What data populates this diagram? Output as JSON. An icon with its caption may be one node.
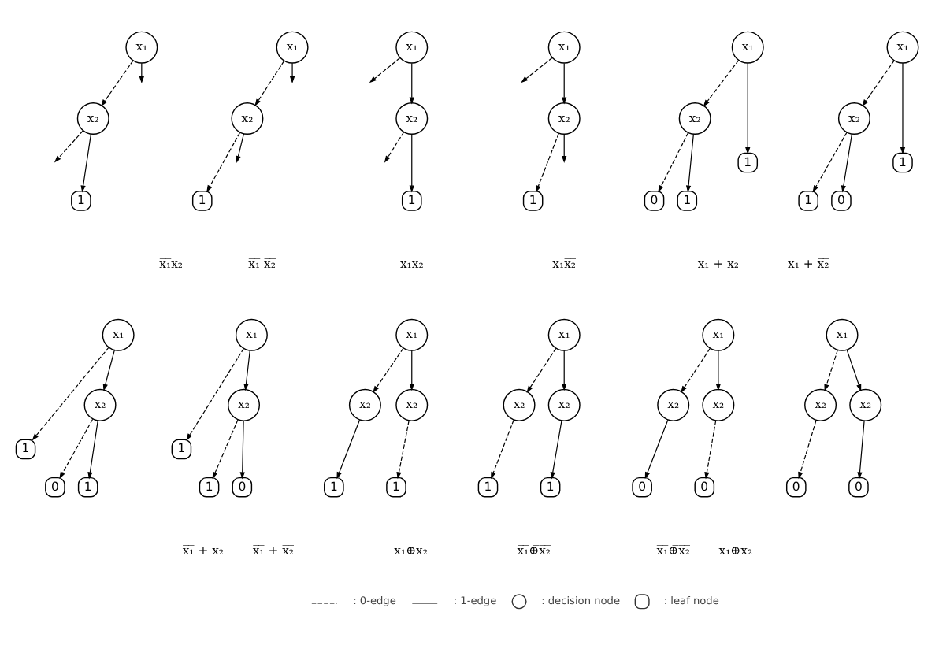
{
  "diagram": {
    "nodes": [
      {
        "text": [
          "x₁"
        ]
      },
      {
        "text": [
          "x₂"
        ]
      },
      {
        "text": [
          "1"
        ]
      },
      {
        "text": [
          "x₁"
        ]
      },
      {
        "text": [
          "x₂"
        ]
      },
      {
        "text": [
          "1"
        ]
      },
      {
        "text": [
          "x₁"
        ]
      },
      {
        "text": [
          "x₂"
        ]
      },
      {
        "text": [
          "1"
        ]
      },
      {
        "text": [
          "x₁"
        ]
      },
      {
        "text": [
          "x₂"
        ]
      },
      {
        "text": [
          "1"
        ]
      },
      {
        "text": [
          "x₁"
        ]
      },
      {
        "text": [
          "x₂"
        ]
      },
      {
        "text": [
          "1"
        ]
      },
      {
        "text": [
          "0"
        ]
      },
      {
        "text": [
          "1"
        ]
      },
      {
        "text": [
          "x₁"
        ]
      },
      {
        "text": [
          "x₂"
        ]
      },
      {
        "text": [
          "1"
        ]
      },
      {
        "text": [
          "1"
        ]
      },
      {
        "text": [
          "0"
        ]
      },
      {
        "text": [
          "x₁"
        ]
      },
      {
        "text": [
          "1"
        ]
      },
      {
        "text": [
          "x₂"
        ]
      },
      {
        "text": [
          "0"
        ]
      },
      {
        "text": [
          "1"
        ]
      },
      {
        "text": [
          "x₁"
        ]
      },
      {
        "text": [
          "1"
        ]
      },
      {
        "text": [
          "x₂"
        ]
      },
      {
        "text": [
          "1"
        ]
      },
      {
        "text": [
          "0"
        ]
      },
      {
        "text": [
          "x₁"
        ]
      },
      {
        "text": [
          "x₂"
        ]
      },
      {
        "text": [
          "x₂"
        ]
      },
      {
        "text": [
          "1"
        ]
      },
      {
        "text": [
          "1"
        ]
      },
      {
        "text": [
          "x₁"
        ]
      },
      {
        "text": [
          "x₂"
        ]
      },
      {
        "text": [
          "x₂"
        ]
      },
      {
        "text": [
          "1"
        ]
      },
      {
        "text": [
          "1"
        ]
      },
      {
        "text": [
          "x₁"
        ]
      },
      {
        "text": [
          "x₂"
        ]
      },
      {
        "text": [
          "x₂"
        ]
      },
      {
        "text": [
          "0"
        ]
      },
      {
        "text": [
          "0"
        ]
      },
      {
        "text": [
          "x₁"
        ]
      },
      {
        "text": [
          "x₂"
        ]
      },
      {
        "text": [
          "x₂"
        ]
      },
      {
        "text": [
          "0"
        ]
      },
      {
        "text": [
          "0"
        ]
      }
    ],
    "edges": [
      {
        "from": 0,
        "to": 1,
        "arrow": "to",
        "style": "dashed"
      },
      {
        "from": 0,
        "to": null,
        "arrow": "to"
      },
      {
        "from": 1,
        "to": null,
        "arrow": "to",
        "style": "dashed"
      },
      {
        "from": 1,
        "to": 2,
        "arrow": "to"
      },
      {
        "from": 3,
        "to": 4,
        "arrow": "to",
        "style": "dashed"
      },
      {
        "from": 3,
        "to": null,
        "arrow": "to"
      },
      {
        "from": 4,
        "to": 5,
        "arrow": "to",
        "style": "dashed"
      },
      {
        "from": 4,
        "to": null,
        "arrow": "to"
      },
      {
        "from": 6,
        "to": null,
        "arrow": "to",
        "style": "dashed"
      },
      {
        "from": 6,
        "to": 7,
        "arrow": "to"
      },
      {
        "from": 7,
        "to": null,
        "arrow": "to",
        "style": "dashed"
      },
      {
        "from": 7,
        "to": 8,
        "arrow": "to"
      },
      {
        "from": 9,
        "to": null,
        "arrow": "to",
        "style": "dashed"
      },
      {
        "from": 9,
        "to": 10,
        "arrow": "to"
      },
      {
        "from": 10,
        "to": 11,
        "arrow": "to",
        "style": "dashed"
      },
      {
        "from": 10,
        "to": null,
        "arrow": "to"
      },
      {
        "from": 12,
        "to": 13,
        "arrow": "to",
        "style": "dashed"
      },
      {
        "from": 12,
        "to": 14,
        "arrow": "to"
      },
      {
        "from": 13,
        "to": 15,
        "arrow": "to",
        "style": "dashed"
      },
      {
        "from": 13,
        "to": 16,
        "arrow": "to"
      },
      {
        "from": 17,
        "to": 18,
        "arrow": "to",
        "style": "dashed"
      },
      {
        "from": 17,
        "to": 19,
        "arrow": "to"
      },
      {
        "from": 18,
        "to": 20,
        "arrow": "to",
        "style": "dashed"
      },
      {
        "from": 18,
        "to": 21,
        "arrow": "to"
      },
      {
        "from": 22,
        "to": 23,
        "arrow": "to",
        "style": "dashed"
      },
      {
        "from": 22,
        "to": 24,
        "arrow": "to"
      },
      {
        "from": 24,
        "to": 25,
        "arrow": "to",
        "style": "dashed"
      },
      {
        "from": 24,
        "to": 26,
        "arrow": "to"
      },
      {
        "from": 27,
        "to": 28,
        "arrow": "to",
        "style": "dashed"
      },
      {
        "from": 27,
        "to": 29,
        "arrow": "to"
      },
      {
        "from": 29,
        "to": 30,
        "arrow": "to",
        "style": "dashed"
      },
      {
        "from": 29,
        "to": 31,
        "arrow": "to"
      },
      {
        "from": 32,
        "to": 33,
        "arrow": "to",
        "style": "dashed"
      },
      {
        "from": 32,
        "to": 34,
        "arrow": "to"
      },
      {
        "from": 33,
        "to": 35,
        "arrow": "to"
      },
      {
        "from": 34,
        "to": 36,
        "arrow": "to",
        "style": "dashed"
      },
      {
        "from": 37,
        "to": 38,
        "arrow": "to",
        "style": "dashed"
      },
      {
        "from": 37,
        "to": 39,
        "arrow": "to"
      },
      {
        "from": 38,
        "to": 40,
        "arrow": "to",
        "style": "dashed"
      },
      {
        "from": 39,
        "to": 41,
        "arrow": "to"
      },
      {
        "from": 42,
        "to": 43,
        "arrow": "to",
        "style": "dashed"
      },
      {
        "from": 42,
        "to": 44,
        "arrow": "to"
      },
      {
        "from": 43,
        "to": 45,
        "arrow": "to"
      },
      {
        "from": 44,
        "to": 46,
        "arrow": "to",
        "style": "dashed"
      },
      {
        "from": 47,
        "to": 48,
        "arrow": "to",
        "style": "dashed"
      },
      {
        "from": 47,
        "to": 49,
        "arrow": "to"
      },
      {
        "from": 48,
        "to": 50,
        "arrow": "to",
        "style": "dashed"
      },
      {
        "from": 49,
        "to": 51,
        "arrow": "to"
      }
    ],
    "labels": [
      "x̅₁̅x₂",
      "x̅₁̅ x̅₂̅",
      "x₁x₂",
      "x₁x̅₂̅",
      "x₁ + x₂",
      "x₁ + x̅₂̅",
      "x̅₁̅ + x₂",
      "x̅₁̅ + x̅₂̅",
      "x₁⊕x₂",
      "x̅₁̅⊕̅x̅₂̅",
      "x̅₁̅⊕̅x̅₂̅",
      "x₁⊕x₂"
    ],
    "legend": [
      {
        "text": ": 0-edge"
      },
      {
        "text": ": 1-edge"
      },
      {
        "text": ": decision node"
      },
      {
        "text": ": leaf node"
      }
    ]
  }
}
